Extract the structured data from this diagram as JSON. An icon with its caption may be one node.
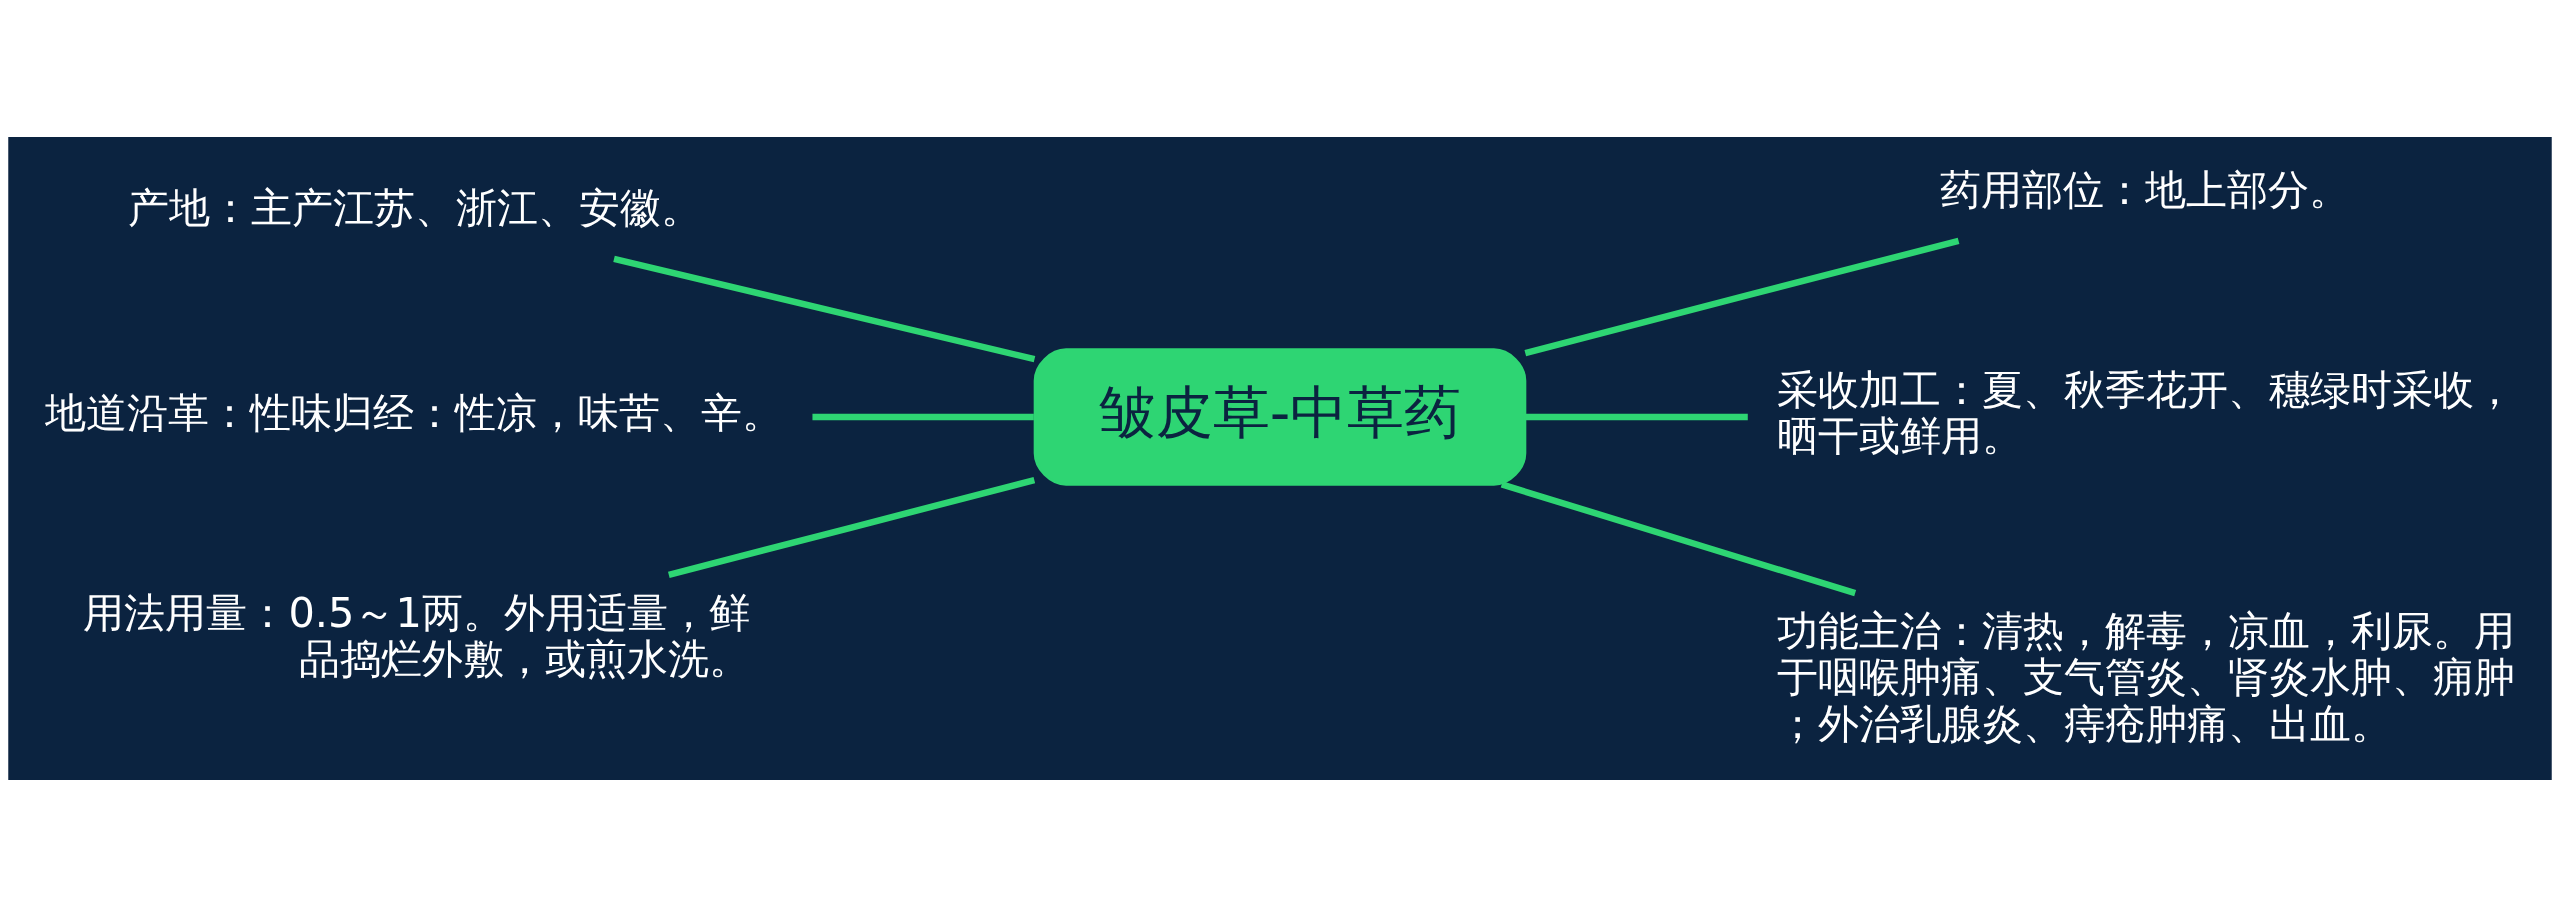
{
  "diagram": {
    "nodes": [
      {
        "text": [
          "皱皮草-中草药"
        ]
      },
      {
        "text": [
          "产地：主产江苏、浙江、安徽。"
        ]
      },
      {
        "text": [
          "地道沿革：性味归经：性凉，味苦、辛。"
        ]
      },
      {
        "text": [
          "用法用量：0.5～1两。外用适量，鲜品捣烂外敷，或煎水洗。"
        ]
      },
      {
        "text": [
          "药用部位：地上部分。"
        ]
      },
      {
        "text": [
          "采收加工：夏、秋季花开、穗绿时采收，晒干或鲜用。"
        ]
      },
      {
        "text": [
          "功能主治：清热，解毒，凉血，利尿。用于咽喉肿痛、支气管炎、肾炎水肿、痈肿；外治乳腺炎、痔疮肿痛、出血。"
        ]
      }
    ],
    "edges": [
      {
        "from": 0,
        "to": 1,
        "arrow": "none"
      },
      {
        "from": 0,
        "to": 2,
        "arrow": "none"
      },
      {
        "from": 0,
        "to": 3,
        "arrow": "none"
      },
      {
        "from": 0,
        "to": 4,
        "arrow": "none"
      },
      {
        "from": 0,
        "to": 5,
        "arrow": "none"
      },
      {
        "from": 0,
        "to": 6,
        "arrow": "none"
      }
    ]
  }
}
